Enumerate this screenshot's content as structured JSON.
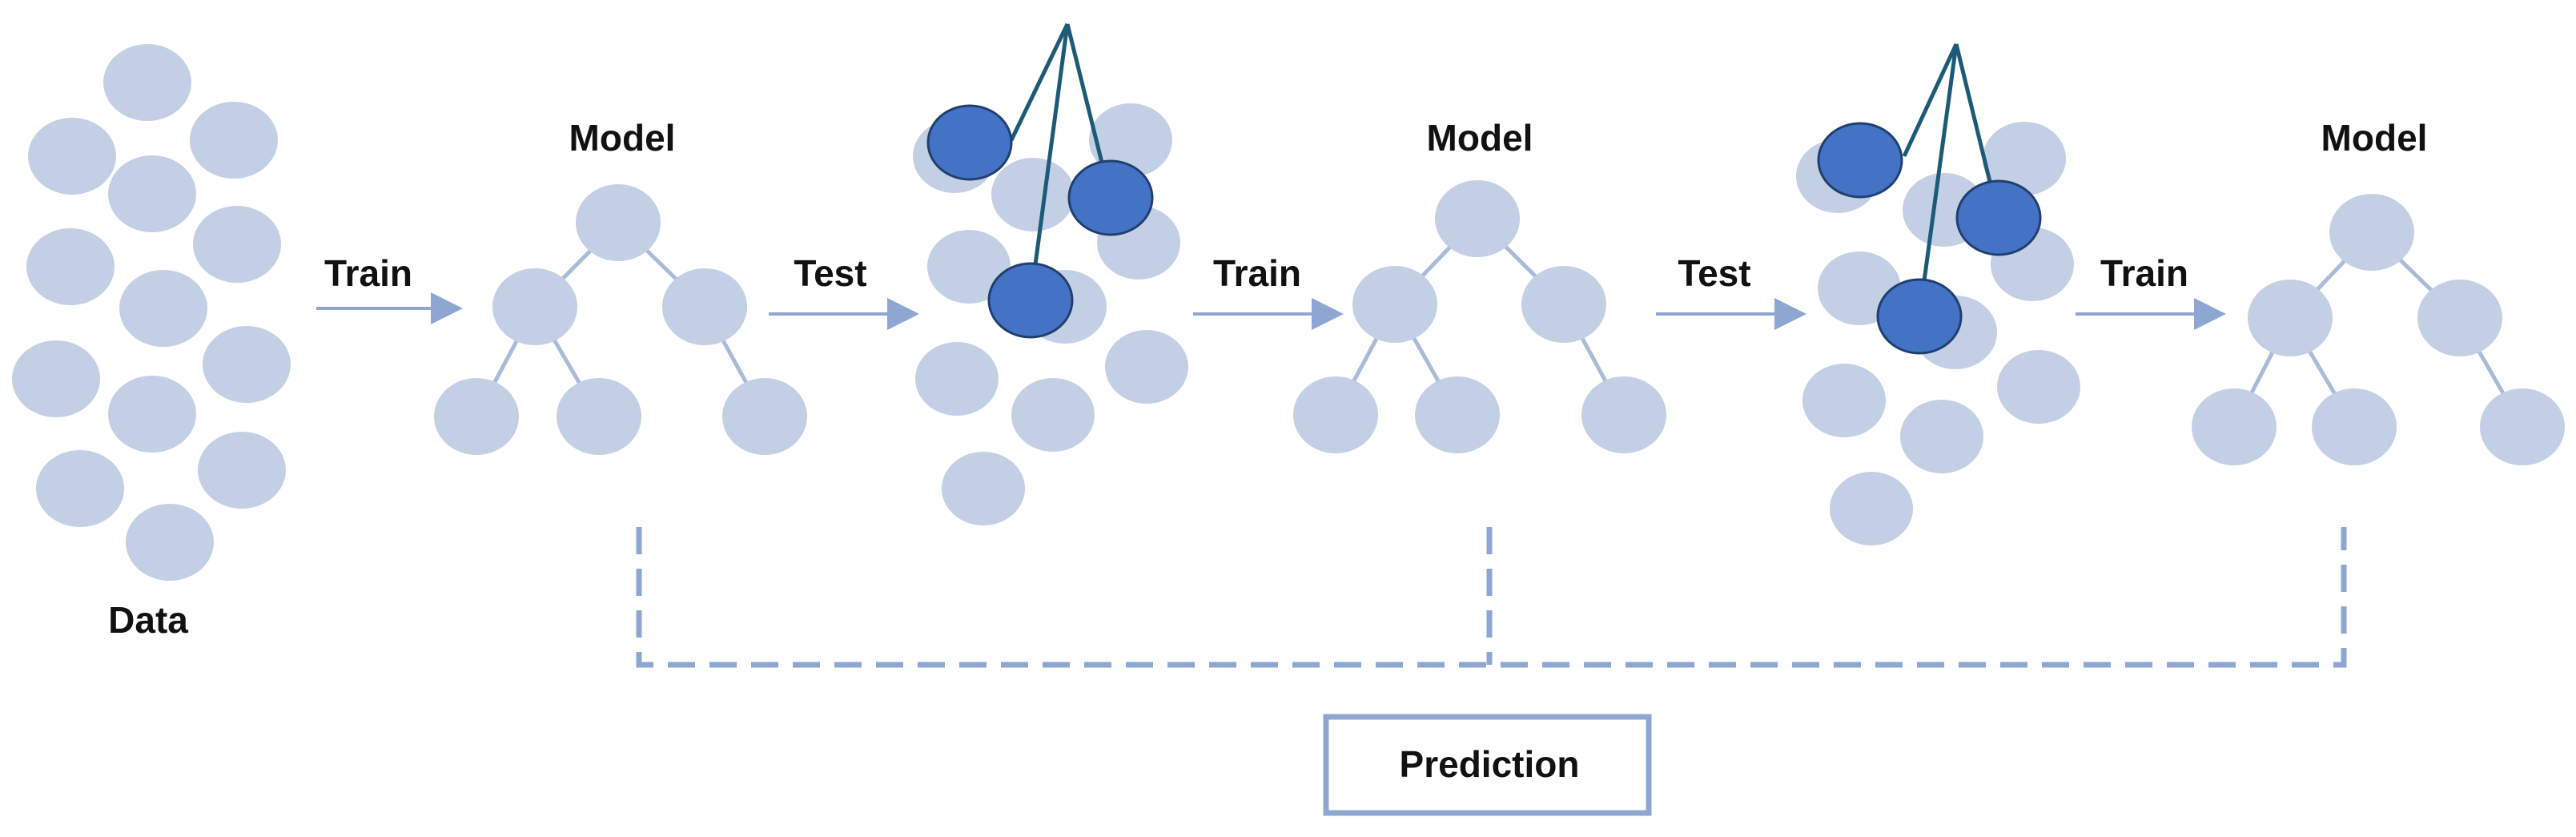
{
  "labels": {
    "data": "Data",
    "model_1": "Model",
    "model_2": "Model",
    "model_3": "Model",
    "train_1": "Train",
    "test_1": "Test",
    "train_2": "Train",
    "test_2": "Test",
    "train_3": "Train",
    "prediction": "Prediction"
  },
  "colors": {
    "light_node": "#c3cfe5",
    "dark_node": "#4472c4",
    "dark_edge": "#1d5a78",
    "arrow": "#8ea7d2",
    "text": "#111111"
  }
}
